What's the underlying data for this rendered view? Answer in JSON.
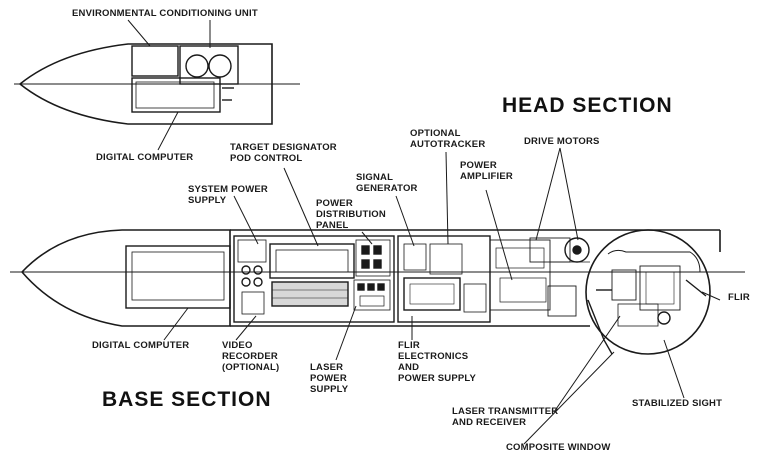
{
  "section_titles": {
    "head": "HEAD SECTION",
    "base": "BASE SECTION"
  },
  "labels": {
    "env_unit": "ENVIRONMENTAL CONDITIONING UNIT",
    "digital_computer_top": "DIGITAL COMPUTER",
    "target_designator": "TARGET DESIGNATOR\nPOD CONTROL",
    "system_power": "SYSTEM POWER\nSUPPLY",
    "power_distribution": "POWER\nDISTRIBUTION\nPANEL",
    "signal_generator": "SIGNAL\nGENERATOR",
    "optional_autotracker": "OPTIONAL\nAUTOTRACKER",
    "power_amplifier": "POWER\nAMPLIFIER",
    "drive_motors": "DRIVE MOTORS",
    "flir": "FLIR",
    "digital_computer_bottom": "DIGITAL COMPUTER",
    "video_recorder": "VIDEO\nRECORDER\n(OPTIONAL)",
    "laser_power_supply": "LASER\nPOWER\nSUPPLY",
    "flir_electronics": "FLIR\nELECTRONICS\nAND\nPOWER SUPPLY",
    "laser_transmitter": "LASER TRANSMITTER\nAND RECEIVER",
    "stabilized_sight": "STABILIZED SIGHT",
    "composite_window": "COMPOSITE WINDOW"
  },
  "colors": {
    "ink": "#1a1a1a",
    "background": "#ffffff"
  }
}
